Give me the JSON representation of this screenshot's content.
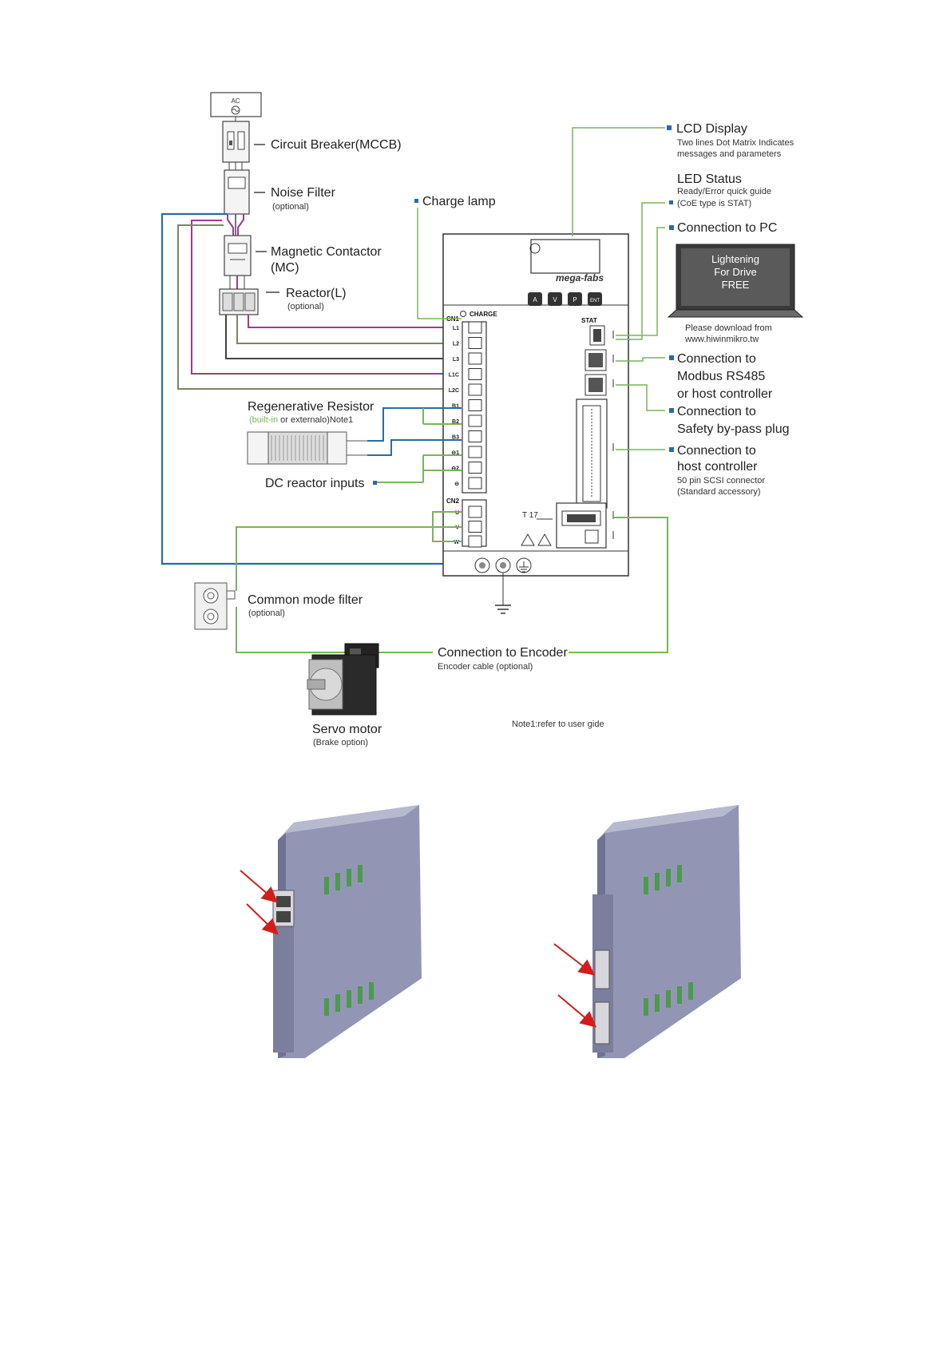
{
  "colors": {
    "green": "#7cb35a",
    "blue": "#2b6aa3",
    "purple": "#9b3d8c",
    "olive": "#7a8566",
    "dark": "#444444",
    "marker": "#2b6aa3",
    "device_gray": "#8e91ae",
    "arrow_red": "#d11d1d"
  },
  "power": {
    "ac": "AC",
    "breaker": "Circuit Breaker(MCCB)",
    "noise_filter": "Noise Filter",
    "noise_filter_sub": "(optional)",
    "contactor_1": "Magnetic Contactor",
    "contactor_2": "(MC)",
    "reactor": "Reactor(L)",
    "reactor_sub": "(optional)"
  },
  "regen": {
    "title": "Regenerative Resistor",
    "builtin": "(built-in",
    "or_text": " or externalo)Note1"
  },
  "dc_reactor": "DC reactor inputs",
  "charge_lamp": "Charge lamp",
  "cmf": {
    "title": "Common mode filter",
    "sub": "(optional)"
  },
  "encoder": {
    "title": "Connection to Encoder",
    "sub": "Encoder cable (optional)"
  },
  "servo": {
    "title": "Servo motor",
    "sub": "(Brake option)"
  },
  "note": "Note1:refer to user gide",
  "lcd": {
    "title": "LCD Display",
    "line1": "Two lines Dot Matrix Indicates",
    "line2": "messages and parameters"
  },
  "led": {
    "title": "LED Status",
    "line1": "Ready/Error quick guide",
    "line2": "(CoE type is STAT)"
  },
  "pc": {
    "title": "Connection to PC"
  },
  "laptop": {
    "line1": "Lightening",
    "line2": "For Drive",
    "line3": "FREE"
  },
  "download": {
    "line1": "Please download from",
    "line2": "www.hiwinmikro.tw"
  },
  "modbus": {
    "line1": "Connection to",
    "line2": "Modbus RS485",
    "line3": "or host controller"
  },
  "safety": {
    "line1": "Connection to",
    "line2": "Safety by-pass plug"
  },
  "host": {
    "line1": "Connection to",
    "line2": "host controller",
    "line3": "50 pin SCSI connector",
    "line4": "(Standard accessory)"
  },
  "drive": {
    "brand": "mega-fabs",
    "buttons": [
      "A",
      "V",
      "P",
      "ENT"
    ],
    "charge": "CHARGE",
    "cn1": "CN1",
    "cn2": "CN2",
    "stat": "STAT",
    "t17": "T 17",
    "terminals": [
      "L1",
      "L2",
      "L3",
      "L1C",
      "L2C",
      "B1",
      "B2",
      "B3",
      "⊖1",
      "⊖2",
      "⊖"
    ],
    "motor_terminals": [
      "U",
      "V",
      "W"
    ]
  }
}
